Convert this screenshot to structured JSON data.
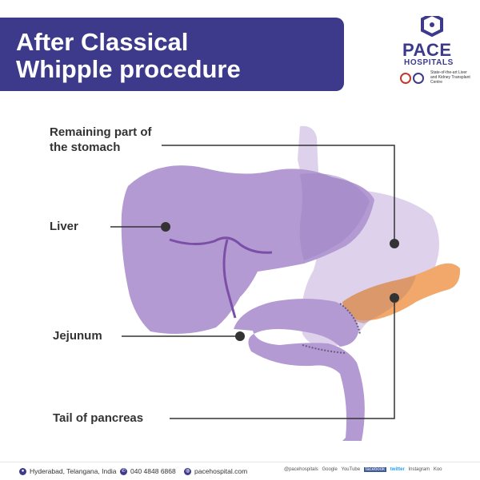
{
  "header": {
    "title_line1": "After Classical",
    "title_line2": "Whipple procedure",
    "brand_color": "#3d3a8c"
  },
  "logo": {
    "name": "PACE",
    "sub": "HOSPITALS",
    "tagline": "State-of-the-art Liver and Kidney Transplant Centre"
  },
  "labels": {
    "stomach": "Remaining part of the stomach",
    "liver": "Liver",
    "jejunum": "Jejunum",
    "pancreas": "Tail of pancreas"
  },
  "footer": {
    "location": "Hyderabad, Telangana, India",
    "phone": "040 4848 6868",
    "website": "pacehospital.com",
    "handle": "@pacehospitals",
    "socials": [
      "Google",
      "YouTube",
      "facebook",
      "twitter",
      "Instagram",
      "Koo"
    ]
  },
  "colors": {
    "liver": "#b49ad2",
    "stomach": "#ddd1ec",
    "pancreas": "#f2a86b",
    "leader": "#333333"
  }
}
